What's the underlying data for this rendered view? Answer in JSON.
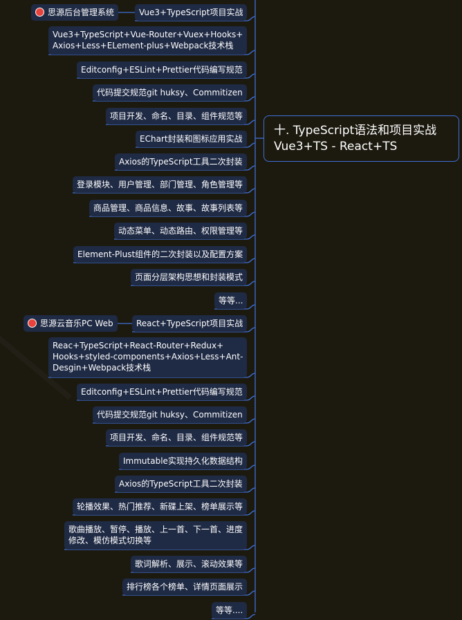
{
  "root": {
    "line1": "十. TypeScript语法和项目实战",
    "line2": "Vue3+TS - React+TS"
  },
  "groups": [
    {
      "label": "思源后台管理系统"
    },
    {
      "label": "思源云音乐PC Web"
    }
  ],
  "nodes": [
    [
      "Vue3+TypeScript项目实战"
    ],
    [
      "Vue3+TypeScript+Vue-Router+Vuex+Hooks+",
      "Axios+Less+ELement-plus+Webpack技术栈"
    ],
    [
      "Editconfig+ESLint+Prettier代码编写规范"
    ],
    [
      "代码提交规范git huksy、Commitizen"
    ],
    [
      "项目开发、命名、目录、组件规范等"
    ],
    [
      "EChart封装和图标应用实战"
    ],
    [
      "Axios的TypeScript工具二次封装"
    ],
    [
      "登录模块、用户管理、部门管理、角色管理等"
    ],
    [
      "商品管理、商品信息、故事、故事列表等"
    ],
    [
      "动态菜单、动态路由、权限管理等"
    ],
    [
      "Element-Plust组件的二次封装以及配置方案"
    ],
    [
      "页面分层架构思想和封装模式"
    ],
    [
      "等等..."
    ],
    [
      "React+TypeScript项目实战"
    ],
    [
      "Reac+TypeScript+React-Router+Redux+",
      "Hooks+styled-components+Axios+Less+Ant-",
      "Desgin+Webpack技术栈"
    ],
    [
      "Editconfig+ESLint+Prettier代码编写规范"
    ],
    [
      "代码提交规范git huksy、Commitizen"
    ],
    [
      "项目开发、命名、目录、组件规范等"
    ],
    [
      "Immutable实现持久化数据结构"
    ],
    [
      "Axios的TypeScript工具二次封装"
    ],
    [
      "轮播效果、热门推荐、新碟上架、榜单展示等"
    ],
    [
      "歌曲播放、暂停、播放、上一首、下一首、进度",
      "修改、模仿模式切换等"
    ],
    [
      "歌词解析、展示、滚动效果等"
    ],
    [
      "排行榜各个榜单、详情页面展示"
    ],
    [
      "等等...."
    ]
  ],
  "colors": {
    "background": "#1c1a0f",
    "node_fill": "#1f2a44",
    "connector": "#3f6fd8",
    "marker": "#e8423c"
  }
}
